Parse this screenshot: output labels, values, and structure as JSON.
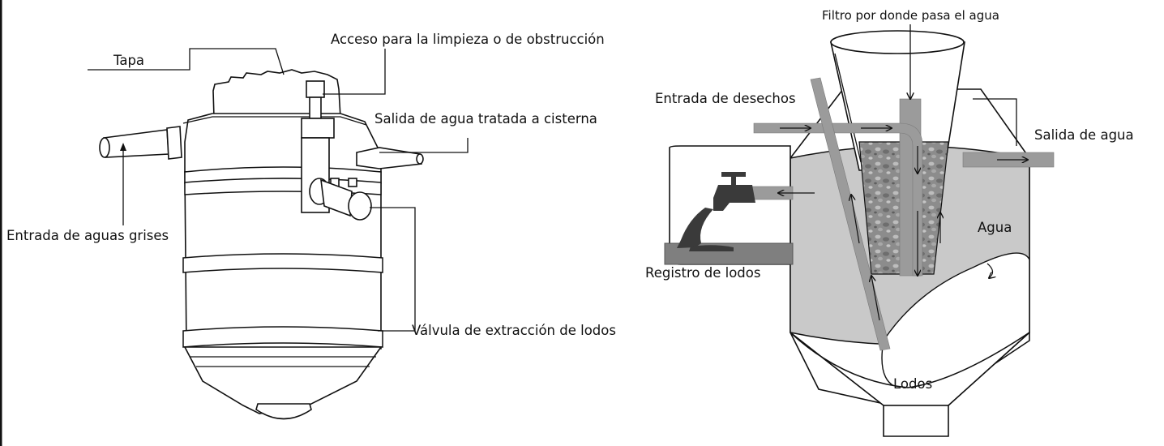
{
  "left_diagram": {
    "labels": {
      "tapa": "Tapa",
      "acceso": "Acceso para la limpieza o de obstrucción",
      "salida_cisterna": "Salida de agua tratada a cisterna",
      "entrada_grises": "Entrada de aguas grises",
      "valvula": "Válvula de extracción de lodos"
    }
  },
  "right_diagram": {
    "labels": {
      "filtro": "Filtro por donde pasa el agua",
      "entrada_desechos": "Entrada de desechos",
      "salida_agua": "Salida de agua",
      "agua": "Agua",
      "registro": "Registro de lodos",
      "lodos": "Lodos"
    }
  },
  "colors": {
    "water": "#c9c9c9",
    "pipe": "#9b9b9b",
    "filter_stones": "#8a8a8a",
    "sludge": "#3a3a3a"
  }
}
